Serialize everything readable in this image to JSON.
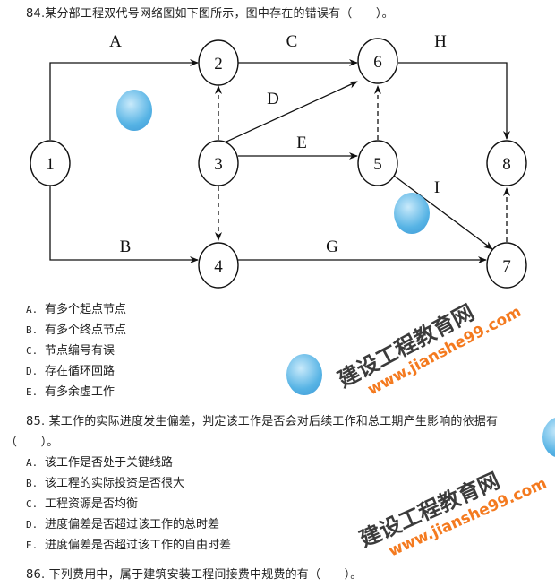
{
  "q84": {
    "stem": "84.某分部工程双代号网络图如下图所示，图中存在的错误有（　　）。",
    "options": [
      {
        "letter": "A.",
        "text": "有多个起点节点"
      },
      {
        "letter": "B.",
        "text": "有多个终点节点"
      },
      {
        "letter": "C.",
        "text": "节点编号有误"
      },
      {
        "letter": "D.",
        "text": "存在循环回路"
      },
      {
        "letter": "E.",
        "text": "有多余虚工作"
      }
    ]
  },
  "diagram": {
    "nodes": [
      "1",
      "2",
      "3",
      "4",
      "5",
      "6",
      "7",
      "8"
    ],
    "activities": [
      "A",
      "B",
      "C",
      "D",
      "E",
      "G",
      "H",
      "I"
    ]
  },
  "q85": {
    "stem_line1": "85. 某工作的实际进度发生偏差，判定该工作是否会对后续工作和总工期产生影响的依据有",
    "stem_line2": "（　　）。",
    "options": [
      {
        "letter": "A.",
        "text": "该工作是否处于关键线路"
      },
      {
        "letter": "B.",
        "text": "该工程的实际投资是否很大"
      },
      {
        "letter": "C.",
        "text": "工程资源是否均衡"
      },
      {
        "letter": "D.",
        "text": "进度偏差是否超过该工作的总时差"
      },
      {
        "letter": "E.",
        "text": "进度偏差是否超过该工作的自由时差"
      }
    ]
  },
  "q86": {
    "stem": "86. 下列费用中，属于建筑安装工程间接费中规费的有（　　）。"
  },
  "watermark": {
    "cn": "建设工程教育网",
    "url": "www.jianshe99.com"
  }
}
